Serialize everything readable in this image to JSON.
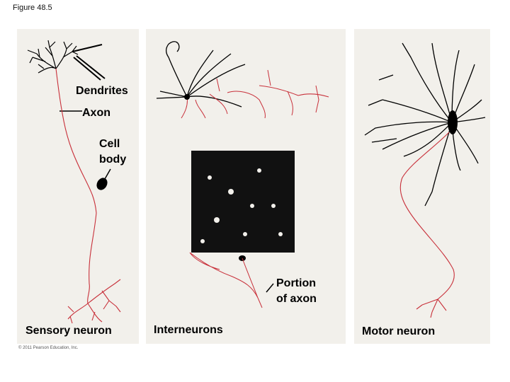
{
  "figure": {
    "title": "Figure 48.5",
    "copyright": "© 2011 Pearson Education, Inc."
  },
  "colors": {
    "panel_bg": "#f2f0eb",
    "dendrite": "#000000",
    "axon": "#c8303a"
  },
  "panels": [
    {
      "name": "Sensory neuron",
      "labels": {
        "dendrites": "Dendrites",
        "axon": "Axon",
        "cell_body_line1": "Cell",
        "cell_body_line2": "body"
      }
    },
    {
      "name": "Interneurons",
      "labels": {
        "axon_portion_line1": "Portion",
        "axon_portion_line2": "of axon"
      }
    },
    {
      "name": "Motor neuron"
    }
  ]
}
